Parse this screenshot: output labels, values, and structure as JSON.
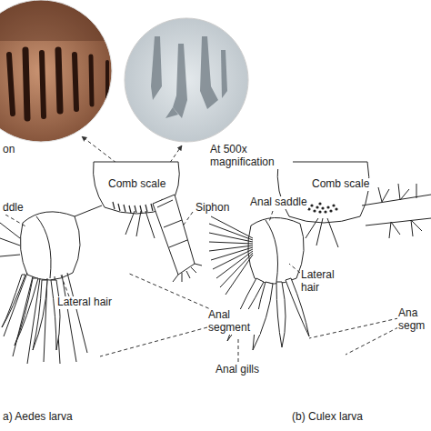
{
  "diagram": {
    "labels": [
      "on",
      "At 500x magnification",
      "Comb scale",
      "ddle",
      "Siphon",
      "Anal segment",
      "Lateral hair",
      "a) Aedes larva",
      "Comb scale",
      "Anal saddle",
      "Lateral hair",
      "Anal gills",
      "Ana segm",
      "(b) Culex larva"
    ]
  }
}
